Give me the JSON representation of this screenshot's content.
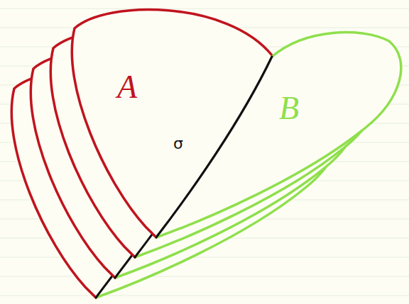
{
  "diagram": {
    "nodes": [
      {
        "text": [
          "A"
        ]
      },
      {
        "text": [
          "B"
        ]
      }
    ],
    "labels": [
      "σ"
    ]
  }
}
